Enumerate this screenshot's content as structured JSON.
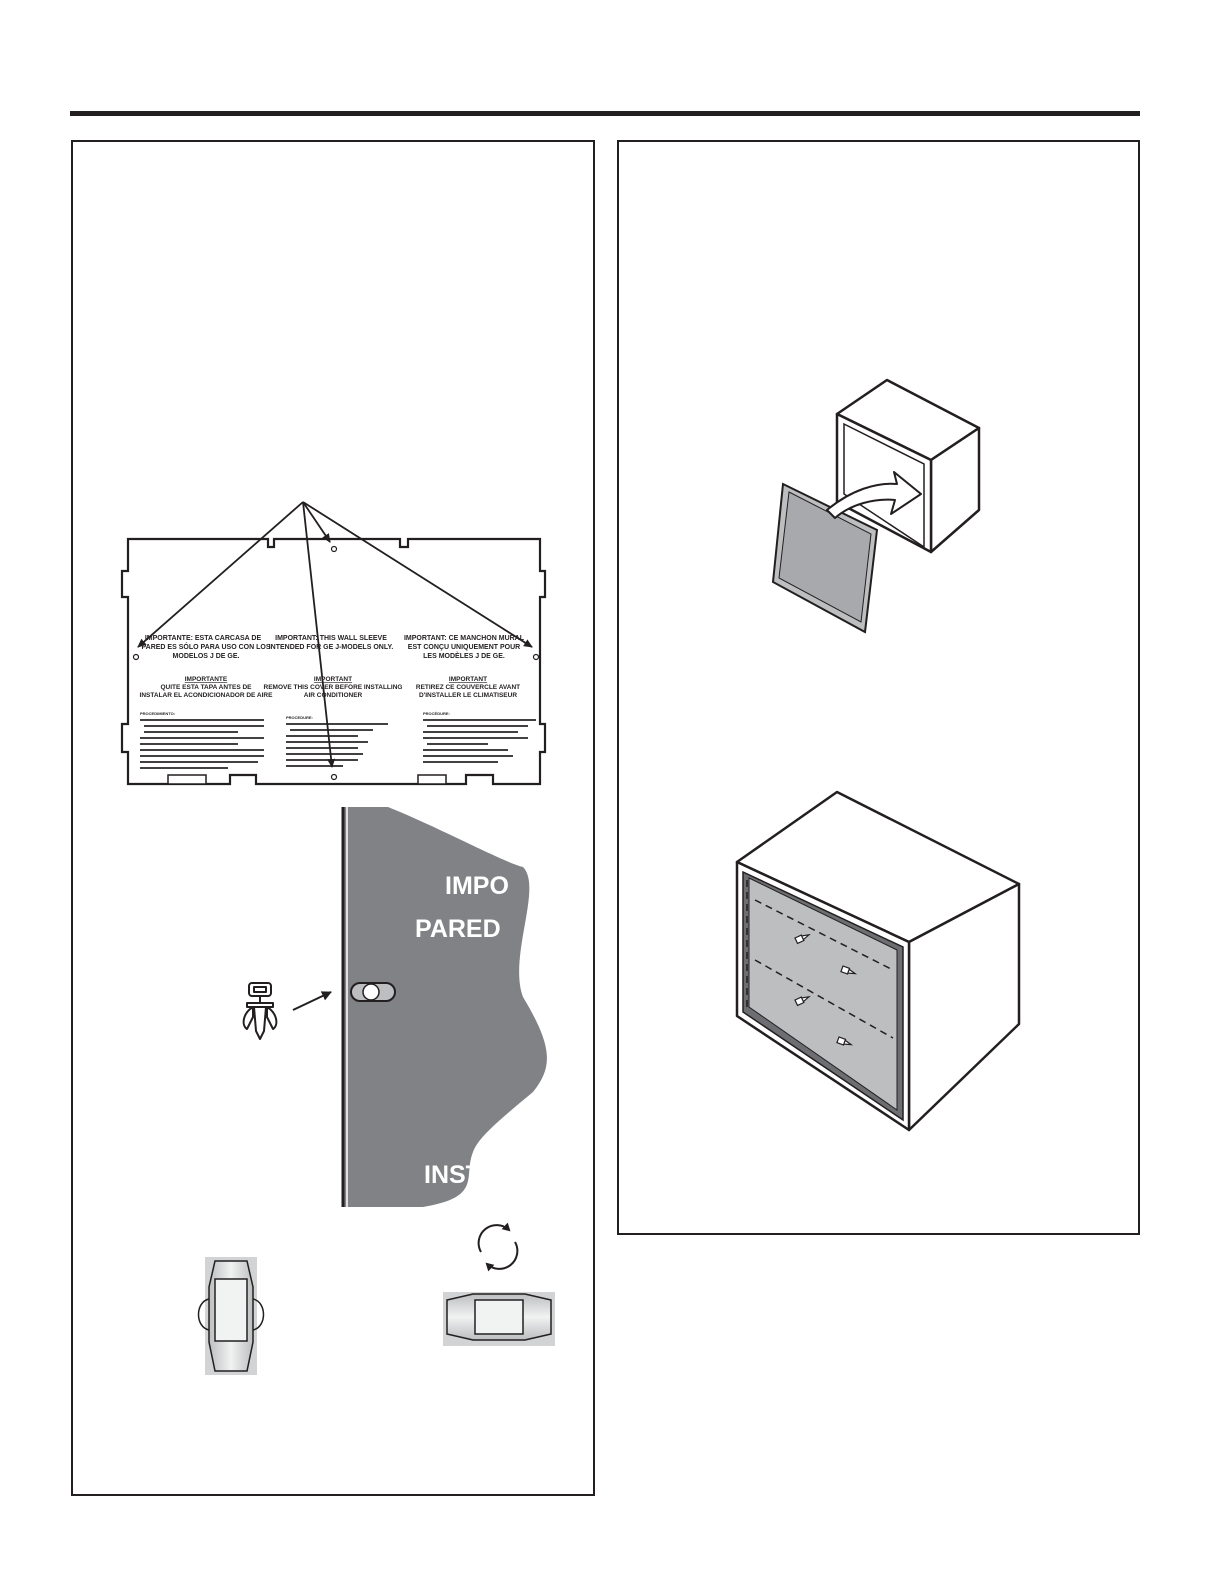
{
  "cover_panel": {
    "headings": {
      "spanish": "IMPORTANTE: ESTA CARCASA DE PARED ES SÓLO PARA USO CON LOS MODELOS J DE GE.",
      "spanish_lines": [
        "IMPORTANTE: ESTA CARCASA DE",
        "PARED ES SÓLO PARA USO CON LOS",
        "MODELOS J DE GE."
      ],
      "english_lines": [
        "IMPORTANT: THIS WALL SLEEVE",
        "INTENDED FOR GE J-MODELS ONLY."
      ],
      "french_lines": [
        "IMPORTANT: CE MANCHON MURAL",
        "EST CONÇU UNIQUEMENT POUR",
        "LES MODÈLES J DE GE."
      ]
    },
    "subheadings": {
      "spanish": [
        "IMPORTANTE",
        "QUITE ESTA TAPA ANTES DE",
        "INSTALAR EL ACONDICIONADOR DE AIRE"
      ],
      "english": [
        "IMPORTANT",
        "REMOVE THIS COVER BEFORE INSTALLING",
        "AIR CONDITIONER"
      ],
      "french": [
        "IMPORTANT",
        "RETIREZ CE COUVERCLE AVANT",
        "D'INSTALLER LE CLIMATISEUR"
      ]
    },
    "procedure_titles": {
      "spanish": "PROCEDIMIENTO:",
      "english": "PROCEDURE:",
      "french": "PROCÉDURE:"
    }
  },
  "zoom_detail": {
    "text_lines": [
      "IMPO",
      "PARED",
      "INST"
    ]
  },
  "colors": {
    "ink": "#231f20",
    "cover_gray": "#808285",
    "panel_gray": "#bcbec0",
    "light_gray": "#d1d3d4"
  },
  "icons": {
    "push_pin": "plastic-push-pin-icon",
    "rotate": "rotate-arrows-icon"
  }
}
